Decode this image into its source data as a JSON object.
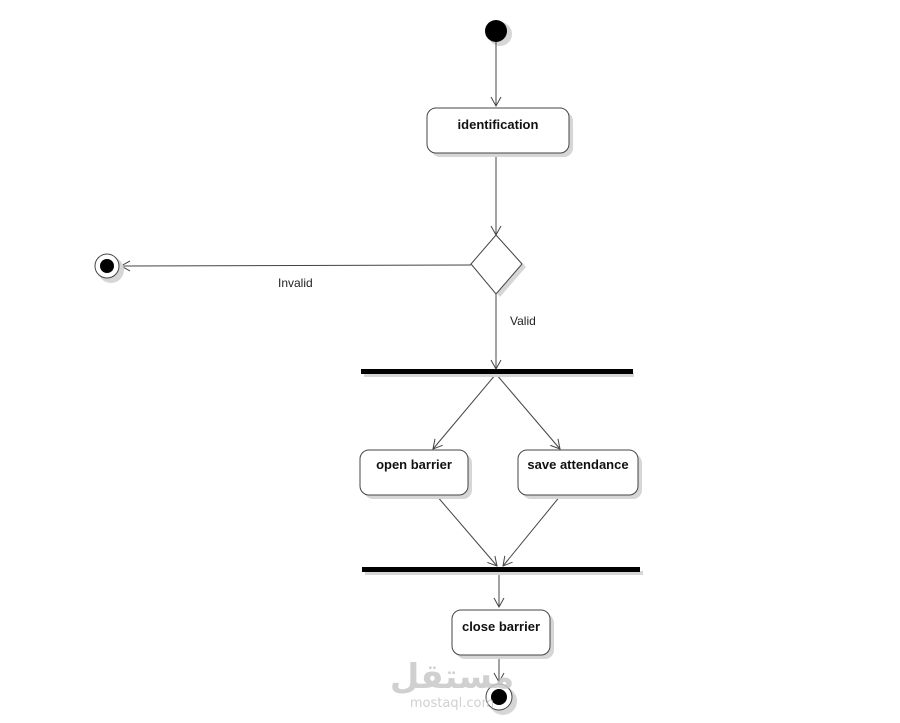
{
  "diagram": {
    "nodes": {
      "identification": "identification",
      "open_barrier": "open barrier",
      "save_attendance": "save attendance",
      "close_barrier": "close barrier"
    },
    "edges": {
      "invalid": "Invalid",
      "valid": "Valid"
    }
  },
  "watermark": {
    "logo": "مستقل",
    "site": "mostaql.com"
  },
  "colors": {
    "line": "#444444",
    "shadow": "#d6d6d6",
    "bar": "#000000",
    "watermark": "#c8c8c8"
  }
}
